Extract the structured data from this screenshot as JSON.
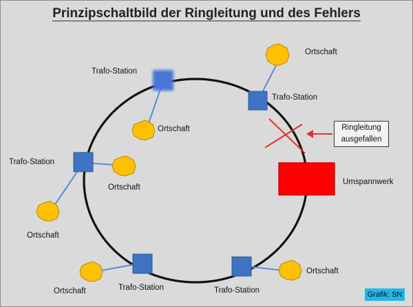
{
  "title": "Prinzipschaltbild der Ringleitung und des Fehlers",
  "labels": {
    "trafo_station": "Trafo-Station",
    "ortschaft": "Ortschaft",
    "umspannwerk": "Umspannwerk"
  },
  "callout": {
    "line1": "Ringleitung",
    "line2": "ausgefallen"
  },
  "credit": "Grafik: SN",
  "colors": {
    "station": "#3f73c4",
    "ortschaft": "#ffc000",
    "umspannwerk": "#ff0000",
    "fault_marker": "#e8302a",
    "ring": "#111111",
    "branch_line": "#5b8ad6",
    "credit_badge": "#1fb8e8"
  },
  "icons": {
    "station": "blue-square-icon",
    "ortschaft": "yellow-hexagon-icon",
    "fault": "red-x-icon",
    "arrow": "arrow-left-icon"
  }
}
